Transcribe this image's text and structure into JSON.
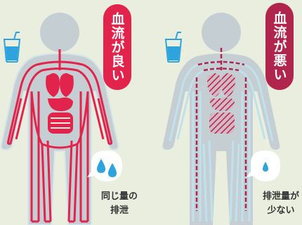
{
  "panels": {
    "good": {
      "badge_text": "血流が良い",
      "caption_line1": "同じ量の",
      "caption_line2": "排泄",
      "vessel_color": "#e2234c",
      "drops": 2
    },
    "bad": {
      "badge_text": "血流が悪い",
      "caption_line1": "排泄量が",
      "caption_line2": "少ない",
      "vessel_color": "#b0254c",
      "drops": 1
    }
  },
  "colors": {
    "background": "#e9eedf",
    "body_silhouette": "#c4ced3",
    "water_blue": "#2fa3dc",
    "outline_light": "#bfe2ec"
  },
  "icons": [
    "water-glass-icon",
    "water-drop-icon"
  ]
}
